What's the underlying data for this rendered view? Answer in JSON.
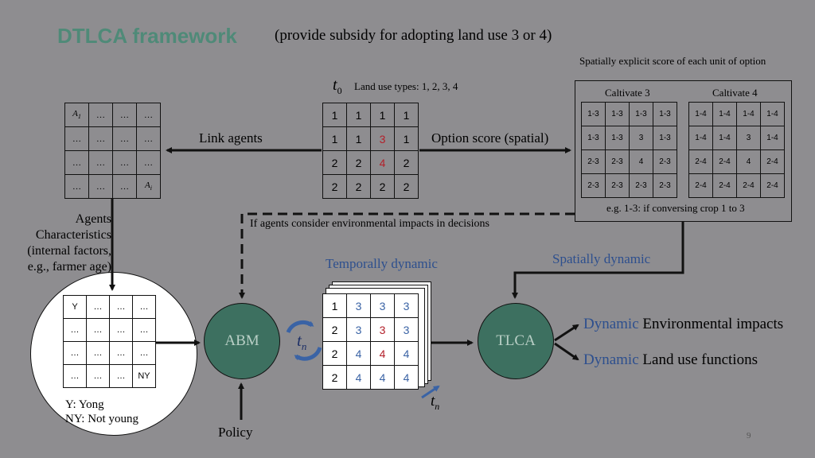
{
  "title": "DTLCA framework",
  "subtitle": "(provide subsidy for adopting land use 3 or 4)",
  "option_score_caption": "Spatially explicit score of each unit of option",
  "t0_symbol": "t",
  "t0_sub": "0",
  "land_use_types": "Land use types: 1, 2, 3, 4",
  "link_agents": "Link agents",
  "option_score": "Option score (spatial)",
  "agents_label": [
    "Agents",
    "Characteristics",
    "(internal factors,",
    "e.g., farmer age)"
  ],
  "env_impacts_note": "If agents consider environmental impacts in decisions",
  "temporally_dynamic": "Temporally dynamic",
  "spatially_dynamic": "Spatially dynamic",
  "abm": "ABM",
  "tlca": "TLCA",
  "tn_symbol": "t",
  "tn_sub": "n",
  "policy": "Policy",
  "legend_y": "Y: Yong",
  "legend_ny": "NY: Not young",
  "outputs": [
    {
      "prefix": "Dynamic",
      "text": "Environmental impacts"
    },
    {
      "prefix": "Dynamic",
      "text": "Land use functions"
    }
  ],
  "page_number": "9",
  "agents_grid": [
    [
      "A1",
      "…",
      "…",
      "…"
    ],
    [
      "…",
      "…",
      "…",
      "…"
    ],
    [
      "…",
      "…",
      "…",
      "…"
    ],
    [
      "…",
      "…",
      "…",
      "Ai"
    ]
  ],
  "t0_grid": [
    [
      "1",
      "1",
      "1",
      "1"
    ],
    [
      "1",
      "1",
      "3",
      "1"
    ],
    [
      "2",
      "2",
      "4",
      "2"
    ],
    [
      "2",
      "2",
      "2",
      "2"
    ]
  ],
  "cultivate3": {
    "title": "Caltivate 3",
    "grid": [
      [
        "1-3",
        "1-3",
        "1-3",
        "1-3"
      ],
      [
        "1-3",
        "1-3",
        "3",
        "1-3"
      ],
      [
        "2-3",
        "2-3",
        "4",
        "2-3"
      ],
      [
        "2-3",
        "2-3",
        "2-3",
        "2-3"
      ]
    ]
  },
  "cultivate4": {
    "title": "Caltivate 4",
    "grid": [
      [
        "1-4",
        "1-4",
        "1-4",
        "1-4"
      ],
      [
        "1-4",
        "1-4",
        "3",
        "1-4"
      ],
      [
        "2-4",
        "2-4",
        "4",
        "2-4"
      ],
      [
        "2-4",
        "2-4",
        "2-4",
        "2-4"
      ]
    ]
  },
  "conversion_note": "e.g. 1-3: if conversing crop 1 to 3",
  "circle_grid": [
    [
      "Y",
      "…",
      "…",
      "…"
    ],
    [
      "…",
      "…",
      "…",
      "…"
    ],
    [
      "…",
      "…",
      "…",
      "…"
    ],
    [
      "…",
      "…",
      "…",
      "NY"
    ]
  ],
  "stack_grid": [
    [
      "1",
      "3",
      "3",
      "3"
    ],
    [
      "2",
      "3",
      "3",
      "3"
    ],
    [
      "2",
      "4",
      "4",
      "4"
    ],
    [
      "2",
      "4",
      "4",
      "4"
    ]
  ],
  "colors": {
    "red": "#b3202a",
    "blue": "#3a63a5",
    "node": "#3d7060",
    "title": "#4f8a78"
  }
}
